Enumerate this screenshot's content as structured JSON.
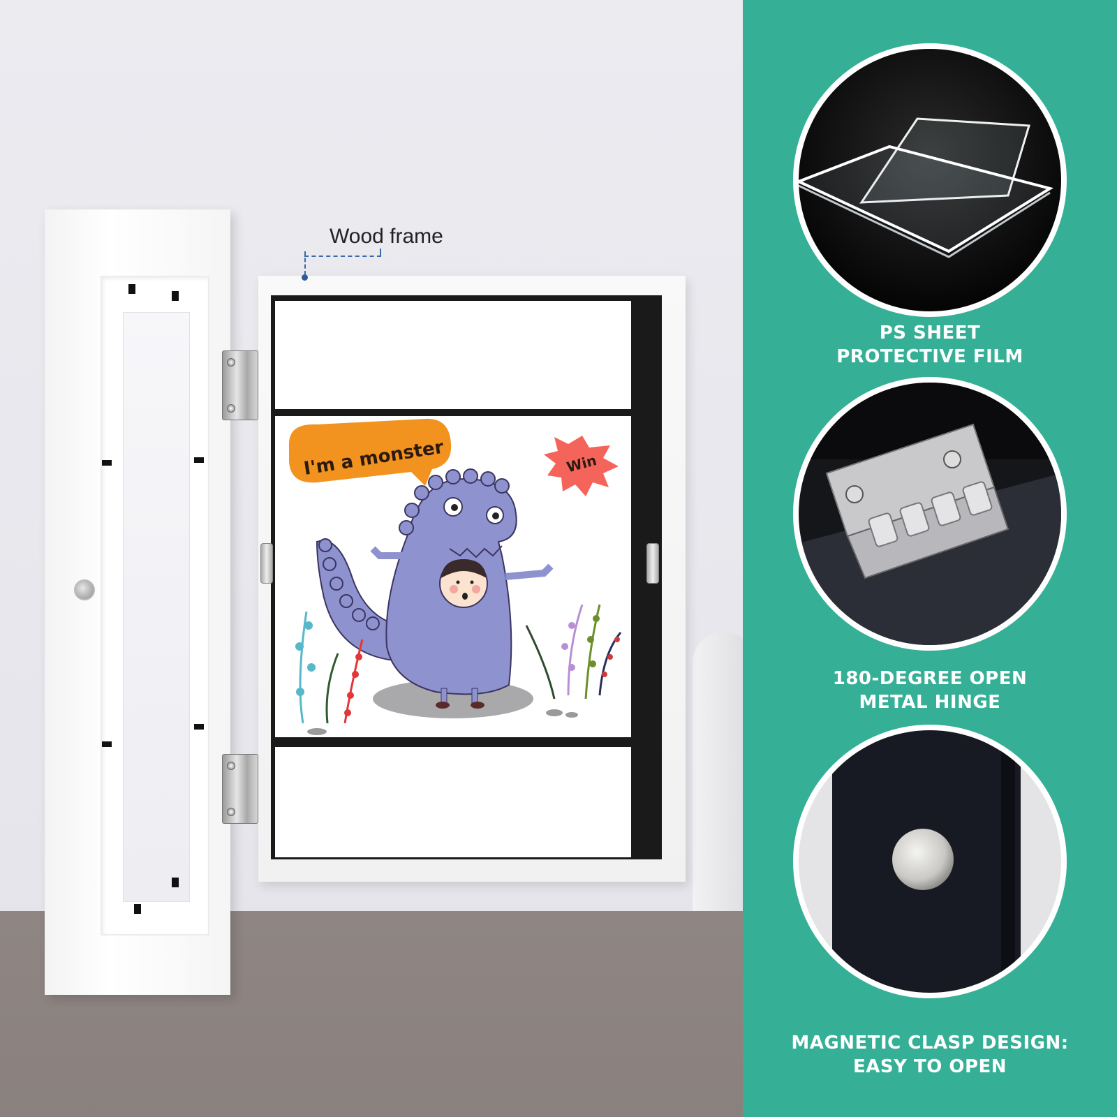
{
  "annotation": {
    "label": "Wood frame",
    "color": "#3a68a8"
  },
  "artwork": {
    "speech_bubble": "I'm a monster",
    "burst_text": "Win",
    "bubble_color": "#f2921f",
    "burst_color": "#f5645a",
    "monster_color": "#8e92cf"
  },
  "features": {
    "background_color": "#35b096",
    "items": [
      {
        "line1": "PS SHEET",
        "line2": "PROTECTIVE FILM",
        "image": "acrylic-sheet"
      },
      {
        "line1": "180-DEGREE OPEN",
        "line2": "METAL HINGE",
        "image": "metal-hinge"
      },
      {
        "line1": "MAGNETIC CLASP DESIGN:",
        "line2": "EASY TO OPEN",
        "image": "magnetic-clasp"
      }
    ]
  }
}
